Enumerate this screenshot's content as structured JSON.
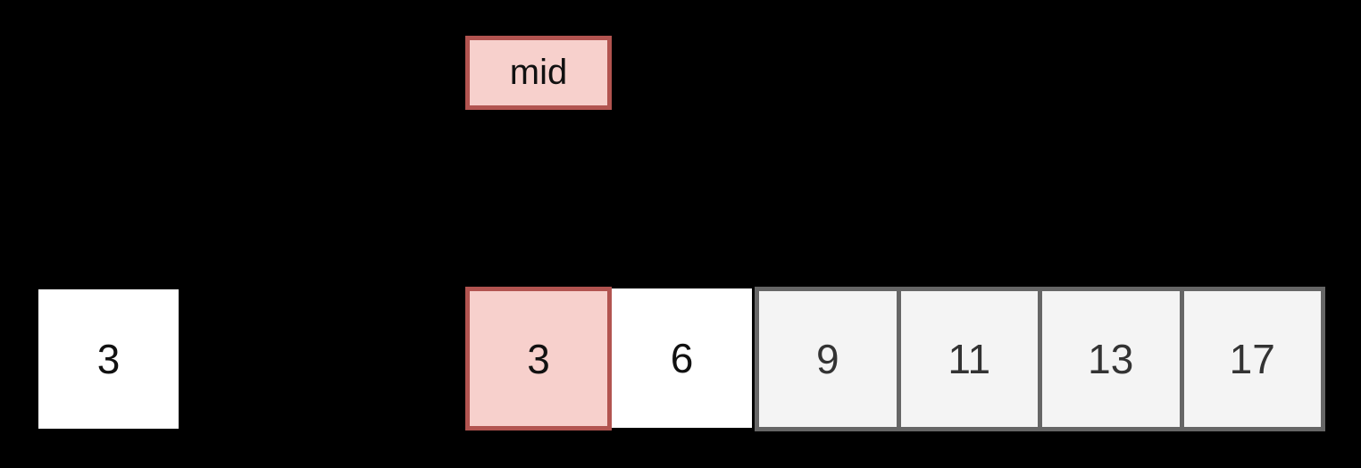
{
  "diagram": {
    "description_label": "binary-search-array-visualization",
    "pointer": {
      "label": "mid"
    },
    "array": {
      "detached_cell": {
        "value": "3",
        "variant": "white"
      },
      "cells": [
        {
          "value": "3",
          "variant": "highlight"
        },
        {
          "value": "6",
          "variant": "white"
        },
        {
          "value": "9",
          "variant": "gray"
        },
        {
          "value": "11",
          "variant": "gray"
        },
        {
          "value": "13",
          "variant": "gray"
        },
        {
          "value": "17",
          "variant": "gray"
        }
      ]
    }
  },
  "colors": {
    "background": "#000000",
    "highlight_fill": "#f7d0cc",
    "highlight_border": "#b25450",
    "white_fill": "#ffffff",
    "gray_fill": "#f4f4f4",
    "gray_border": "#666666",
    "gray_text": "#333333",
    "black_text": "#111111"
  }
}
